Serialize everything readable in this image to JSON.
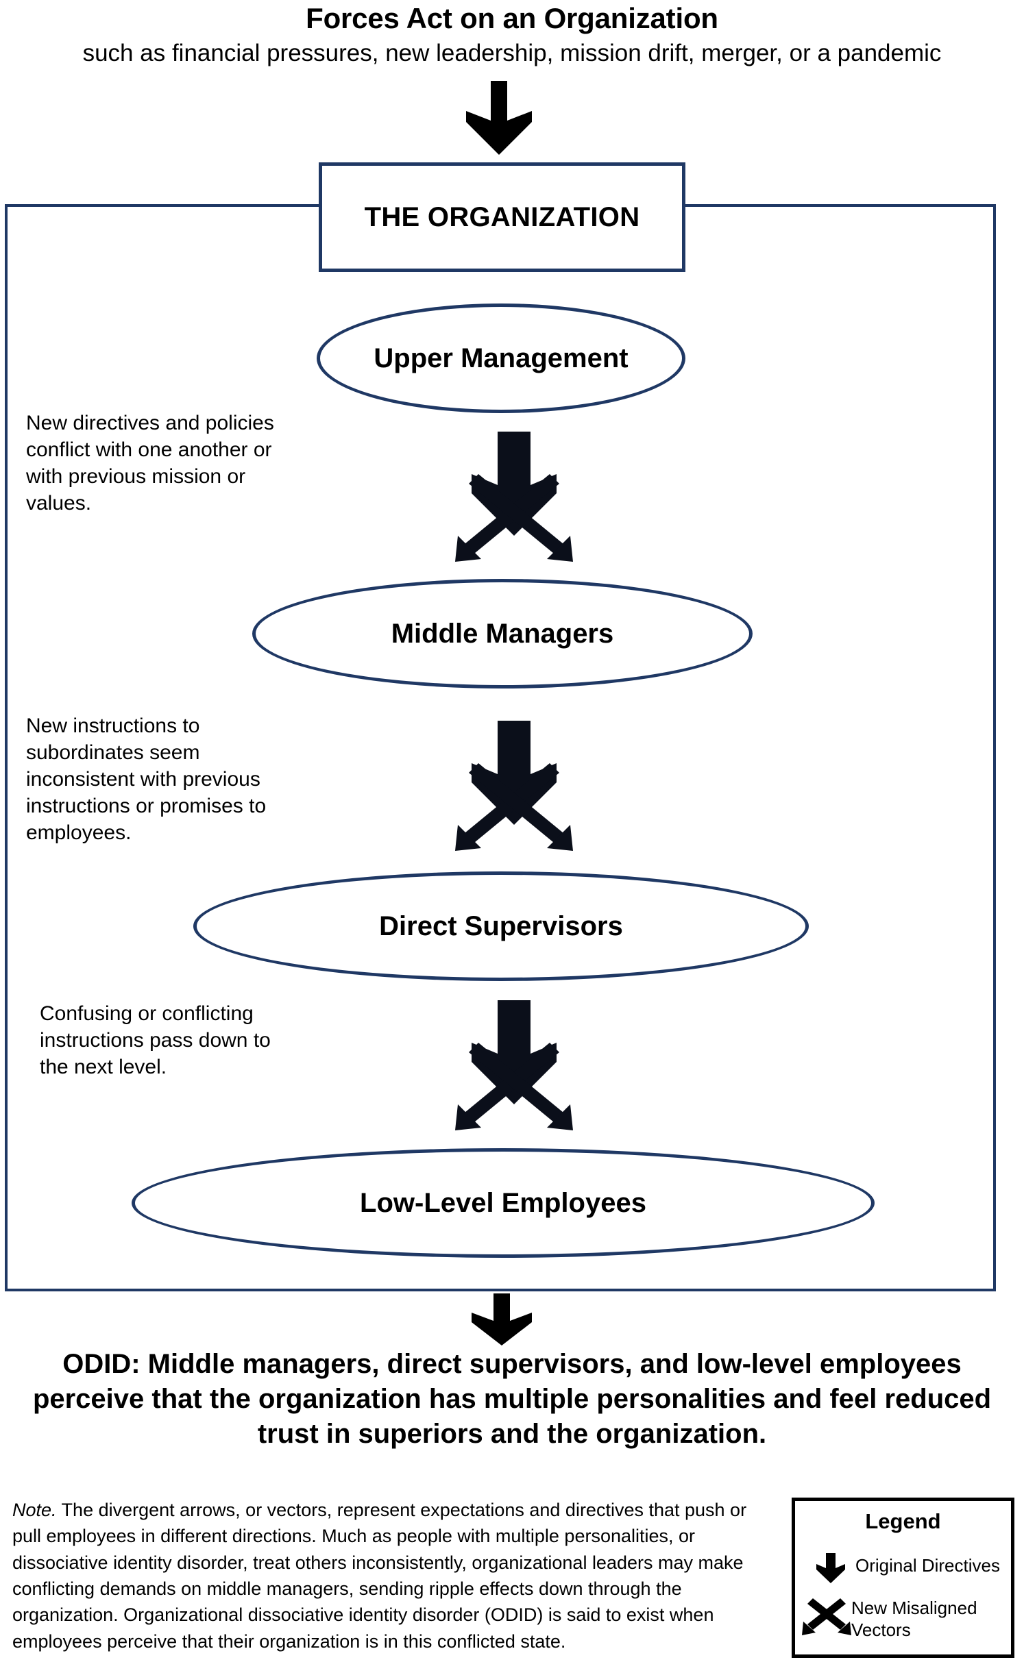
{
  "header": {
    "title": "Forces Act on an Organization",
    "subtitle": "such as financial pressures, new leadership, mission drift, merger, or a pandemic"
  },
  "organization": {
    "box_label": "THE ORGANIZATION"
  },
  "nodes": [
    {
      "id": "upper",
      "label": "Upper Management"
    },
    {
      "id": "middle",
      "label": "Middle Managers"
    },
    {
      "id": "direct",
      "label": "Direct Supervisors"
    },
    {
      "id": "low",
      "label": "Low-Level Employees"
    }
  ],
  "annotations": [
    {
      "text": "New directives and policies conflict with one another or with previous mission or values."
    },
    {
      "text": "New instructions to subordinates seem inconsistent with previous instructions or promises to employees."
    },
    {
      "text": "Confusing or conflicting instructions pass down to the next level."
    }
  ],
  "conclusion": {
    "text": "ODID: Middle managers, direct supervisors, and low-level employees perceive that the organization has multiple personalities and feel reduced trust in superiors and the organization."
  },
  "note": {
    "lead": "Note.",
    "body": " The divergent arrows, or vectors, represent expectations and directives that push or pull employees in different directions. Much as people with multiple personalities, or dissociative identity disorder, treat others inconsistently, organizational leaders may make conflicting demands on middle managers, sending ripple effects down through the organization. Organizational dissociative identity disorder (ODID) is said to exist when employees perceive that their organization is in this conflicted state."
  },
  "legend": {
    "title": "Legend",
    "items": [
      {
        "icon": "down-arrow-icon",
        "label": "Original Directives"
      },
      {
        "icon": "crossed-vectors-icon",
        "label": "New Misaligned Vectors"
      }
    ]
  },
  "colors": {
    "navy": "#1f3864",
    "black": "#000000",
    "white": "#ffffff"
  }
}
